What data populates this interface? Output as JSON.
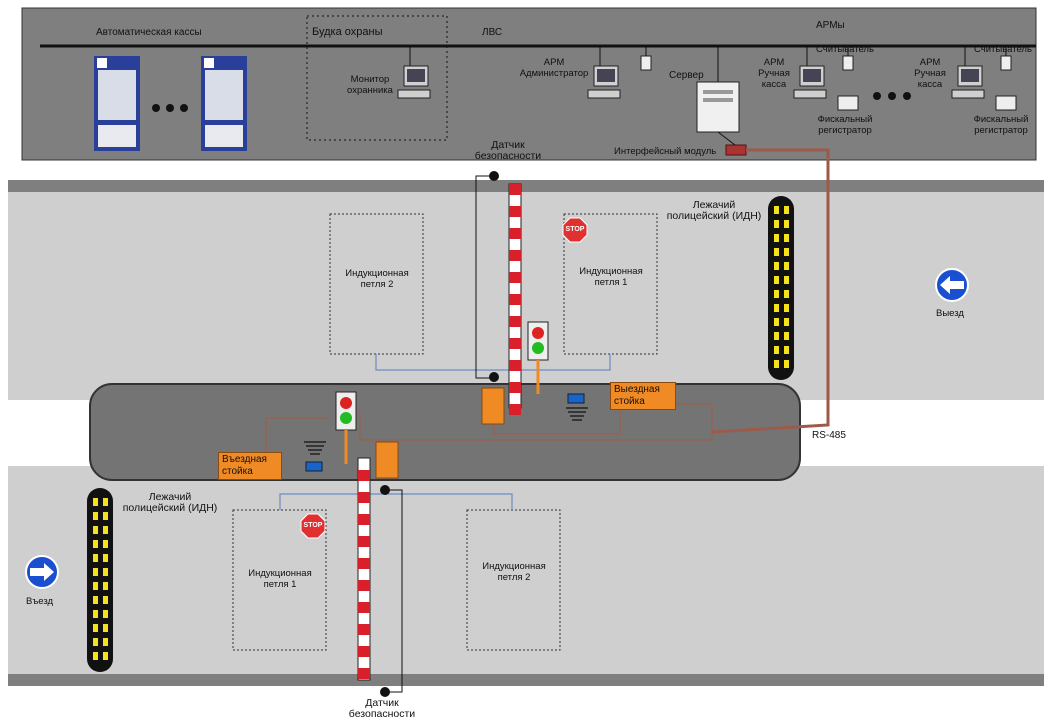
{
  "network": {
    "lvs": "ЛВС",
    "arms": "АРМы",
    "kiosks": "Автоматическая кассы",
    "booth": "Будка охраны",
    "monitor": "Монитор охранника",
    "arm_admin": "АРМ Администратор",
    "server": "Сервер",
    "arm_manual_1": "АРМ Ручная касса",
    "reader_1": "Считыватель",
    "fiscal_1": "Фискальный регистратор",
    "arm_manual_2": "АРМ Ручная касса",
    "reader_2": "Считыватель",
    "fiscal_2": "Фискальный регистратор",
    "interface_module": "Интерфейсный модуль",
    "rs485": "RS-485"
  },
  "road": {
    "sensor_top": "Датчик безопасности",
    "sensor_bottom": "Датчик безопасности",
    "bump_top": "Лежачий полицейский (ИДН)",
    "bump_bottom": "Лежачий полицейский (ИДН)",
    "loop2_top": "Индукционная петля 2",
    "loop1_top": "Индукционная петля 1",
    "loop1_bottom": "Индукционная петля 1",
    "loop2_bottom": "Индукционная петля 2",
    "exit_post": "Выездная стойка",
    "entry_post": "Въездная стойка",
    "exit_sign": "Выезд",
    "entry_sign": "Въезд",
    "stop": "STOP"
  },
  "colors": {
    "panel": "#7f7f7f",
    "road": "#cfcfcf",
    "island": "#747474",
    "post": "#f08a24",
    "signal_line": "#6b8cc7",
    "rs485_line": "#9c5a4a"
  }
}
